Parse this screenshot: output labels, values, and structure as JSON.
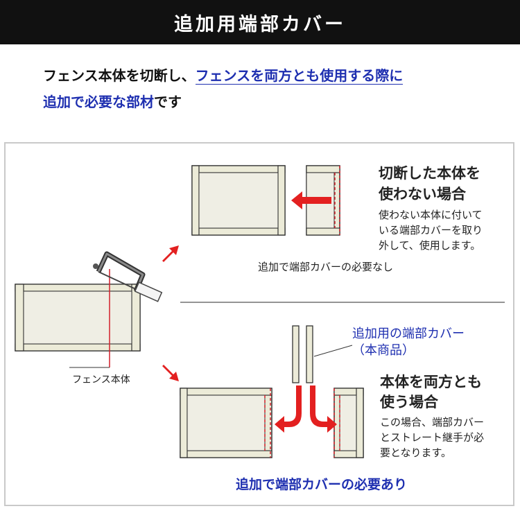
{
  "header": {
    "title": "追加用端部カバー"
  },
  "intro": {
    "part1": "フェンス本体を切断し、",
    "part2": "フェンスを両方とも使用する際に",
    "part3": "追加で必要な部材",
    "part4": "です"
  },
  "diagram": {
    "fence_label": "フェンス本体",
    "top_case": {
      "heading_line1": "切断した本体を",
      "heading_line2": "使わない場合",
      "desc_line1": "使わない本体に付いて",
      "desc_line2": "いる端部カバーを取り",
      "desc_line3": "外して、使用します。",
      "result": "追加で端部カバーの必要なし"
    },
    "bottom_case": {
      "product_label_line1": "追加用の端部カバー",
      "product_label_line2": "（本商品）",
      "heading_line1": "本体を両方とも",
      "heading_line2": "使う場合",
      "desc_line1": "この場合、端部カバー",
      "desc_line2": "とストレート継手が必",
      "desc_line3": "要となります。",
      "result": "追加で端部カバーの必要あり"
    }
  },
  "colors": {
    "header_bg": "#111111",
    "accent_blue": "#1e2fb0",
    "arrow_red": "#e32020",
    "panel_fill": "#efeee4",
    "frame_fill": "#ecebd8"
  }
}
